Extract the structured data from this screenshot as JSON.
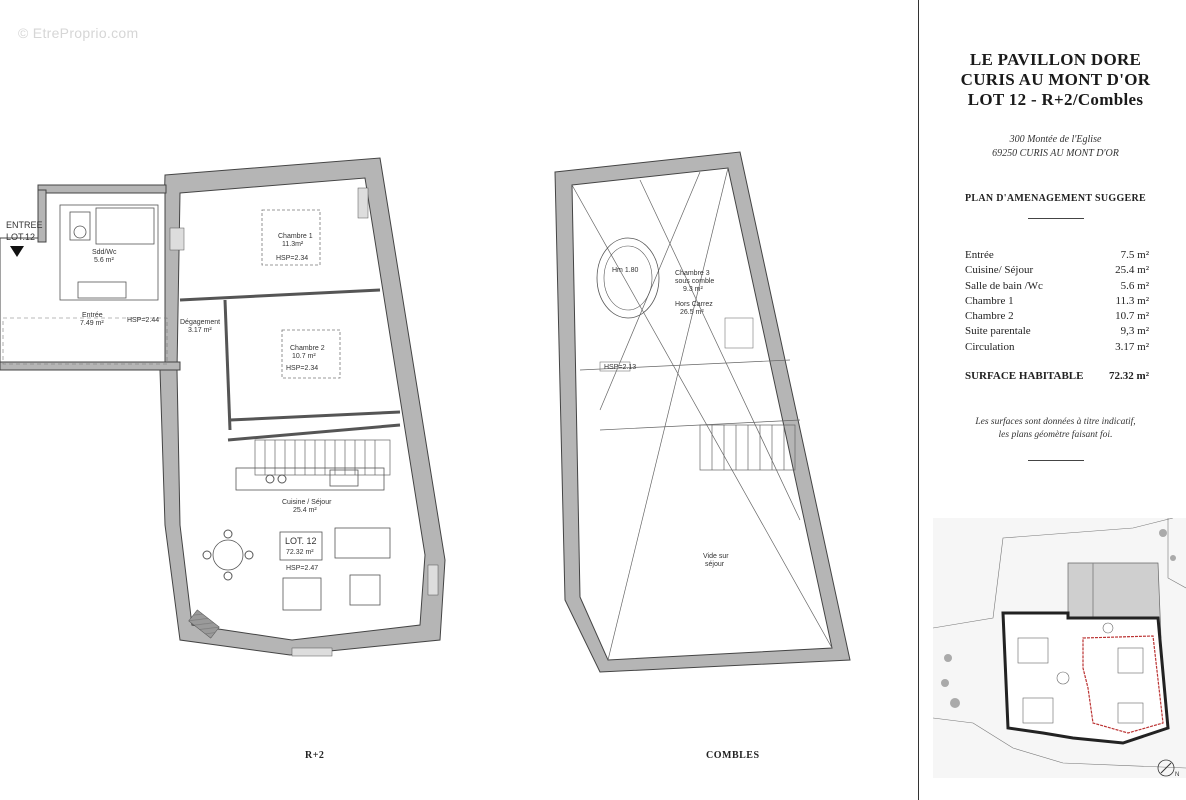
{
  "watermark": "© EtreProprio.com",
  "header": {
    "title_lines": [
      "LE PAVILLON DORE",
      "CURIS AU MONT D'OR",
      "LOT 12 -  R+2/Combles"
    ],
    "address_lines": [
      "300 Montée de l'Eglise",
      "69250 CURIS AU MONT D'OR"
    ]
  },
  "plan_section_title": "PLAN D'AMENAGEMENT SUGGERE",
  "surfaces": [
    {
      "name": "Entrée",
      "value": "7.5 m²"
    },
    {
      "name": "Cuisine/ Séjour",
      "value": "25.4 m²"
    },
    {
      "name": "Salle de bain /Wc",
      "value": "5.6 m²"
    },
    {
      "name": "Chambre 1",
      "value": "11.3 m²"
    },
    {
      "name": "Chambre 2",
      "value": "10.7 m²"
    },
    {
      "name": "Suite parentale",
      "value": "9,3 m²"
    },
    {
      "name": "Circulation",
      "value": "3.17 m²"
    }
  ],
  "total": {
    "label": "SURFACE HABITABLE",
    "value": "72.32 m²"
  },
  "note_lines": [
    "Les surfaces sont données à titre indicatif,",
    "les plans géomètre faisant foi."
  ],
  "plans": {
    "r2_caption": "R+2",
    "combles_caption": "COMBLES",
    "entree_marker": [
      "ENTREE",
      "LOT.12"
    ],
    "rooms": {
      "sdd_name": "Sdd/Wc",
      "sdd_area": "5.6 m²",
      "entree_name": "Entrée",
      "entree_area": "7.49 m²",
      "entree_hsp": "HSP=2.44",
      "degagement_name": "Dégagement",
      "degagement_area": "3.17 m²",
      "ch1_name": "Chambre 1",
      "ch1_area": "11.3m²",
      "ch1_hsp": "HSP=2.34",
      "ch2_name": "Chambre 2",
      "ch2_area": "10.7 m²",
      "ch2_hsp": "HSP=2.34",
      "cuisine_name": "Cuisine / Séjour",
      "cuisine_area": "25.4 m²",
      "lot_name": "LOT. 12",
      "lot_area": "72.32 m²",
      "lot_hsp": "HSP=2.47",
      "ch3_name": "Chambre 3",
      "ch3_sub": "sous comble",
      "ch3_area": "9.3 m²",
      "hors_carrez": "Hors Carrez",
      "hors_area": "26.5 m²",
      "hm": "Hm 1.80",
      "hsp_combles": "HSP=2.13",
      "vide1": "Vide sur",
      "vide2": "séjour"
    }
  },
  "compass_label": "N"
}
